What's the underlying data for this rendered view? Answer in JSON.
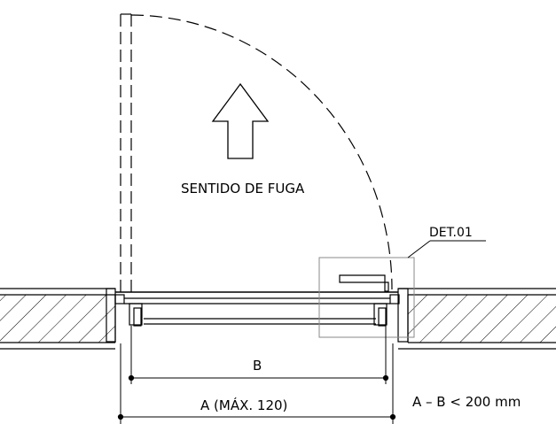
{
  "labels": {
    "direction": "SENTIDO DE FUGA",
    "detail": "DET.01",
    "dim_b": "B",
    "dim_a": "A (MÁX. 120)",
    "rule": "A – B < 200 mm"
  },
  "colors": {
    "line": "#000000",
    "hatch": "#000000",
    "detail_frame": "#8a8a8a",
    "background": "#ffffff"
  },
  "icons": {
    "direction_arrow": "up-arrow-outline"
  }
}
